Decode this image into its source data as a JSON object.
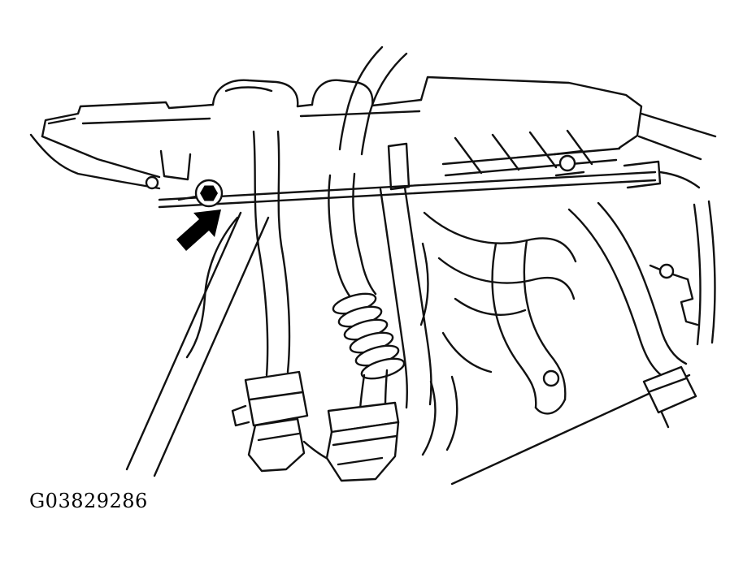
{
  "figure": {
    "id": "G03829286"
  },
  "colors": {
    "line": "#111111",
    "arrow": "#000000",
    "background": "#ffffff"
  },
  "icons": {
    "pointer_arrow": "solid-black-triangular-arrow",
    "bolt_head": "hex-bolt"
  }
}
